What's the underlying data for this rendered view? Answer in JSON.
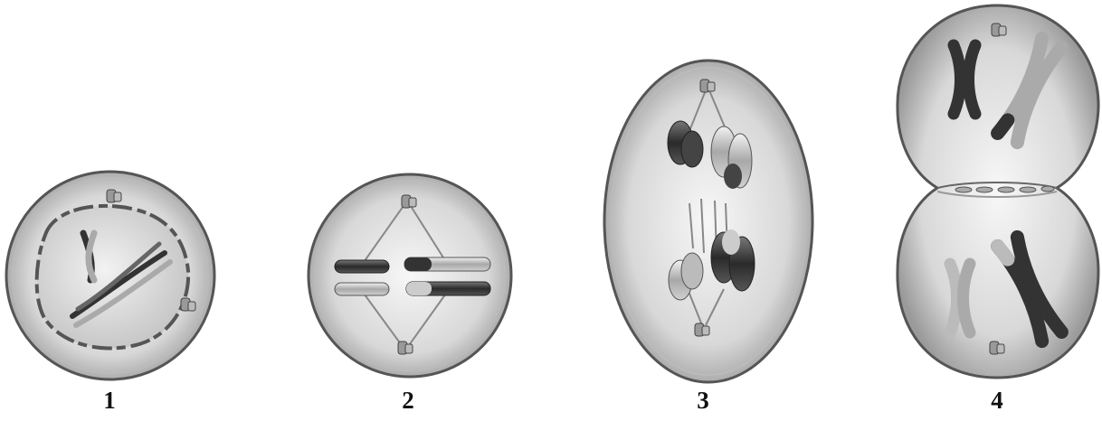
{
  "stages": [
    {
      "label": "1"
    },
    {
      "label": "2"
    },
    {
      "label": "3"
    },
    {
      "label": "4"
    }
  ]
}
